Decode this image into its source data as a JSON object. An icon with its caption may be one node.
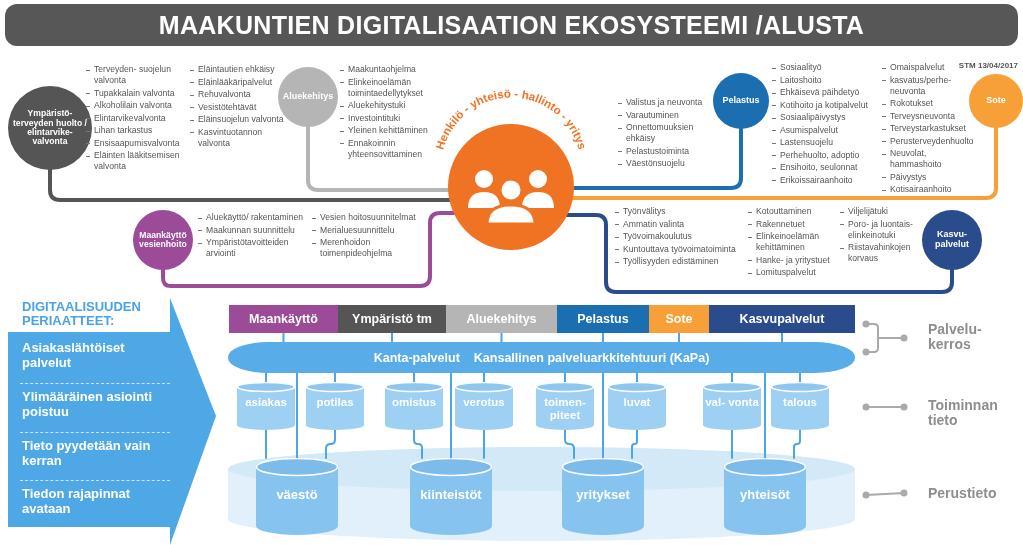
{
  "diagram": {
    "title": "MAAKUNTIEN DIGITALISAATION EKOSYSTEEMI /ALUSTA",
    "nodes": [
      {
        "text": [
          "Henkilö - yhteisö - hallinto - yritys"
        ]
      },
      {
        "text": [
          "Ympäristö- terveyden huolto / elintarvike- valvonta"
        ],
        "beside": [
          "Terveyden- suojelun valvonta",
          "Tupakkalain valvonta",
          "Alkoholilain valvonta",
          "Elintarvikevalvonta",
          "Lihan tarkastus",
          "Ensisaapumisvalvonta",
          "Eläinten lääkitsemisen valvonta",
          "Eläintautien ehkäisy",
          "Eläinlääkäripalvelut",
          "Rehuvalvonta",
          "Vesistötehtävät",
          "Eläinsuojelun valvonta",
          "Kasvintuotannon valvonta"
        ]
      },
      {
        "text": [
          "Aluekehitys"
        ],
        "beside": [
          "Maakuntaohjelma",
          "Elinkeinoelämän toimintaedellytykset",
          "Aluekehitystuki",
          "Investointituki",
          "Yleinen kehittäminen",
          "Ennakoinnin yhteensovittaminen"
        ]
      },
      {
        "text": [
          "Pelastus"
        ],
        "beside": [
          "Valistus ja neuvonta",
          "Varautuminen",
          "Onnettomuuksien ehkäisy",
          "Pelastustoiminta",
          "Väestönsuojelu"
        ]
      },
      {
        "text": [
          "Sote"
        ],
        "beside": [
          "Sosiaalityö",
          "Laitoshoito",
          "Ehkäisevä päihdetyö",
          "Kotihoito ja kotipalvelut",
          "Sosiaalipäivystys",
          "Asumispalvelut",
          "Lastensuojelu",
          "Perhehuolto, adoptio",
          "Ensihoito, seulonnat",
          "Erikoissairaanhoito",
          "Omaispalvelut",
          "kasvatus/perhe- neuvonta",
          "Rokotukset",
          "Terveysneuvonta",
          "Terveystarkastukset",
          "Perusterveydenhuolto",
          "Neuvolat, hammashoito",
          "Päivystys",
          "Kotisairaanhoito"
        ]
      },
      {
        "text": [
          "Maankäyttö vesienhoito"
        ],
        "beside": [
          "Aluekäyttö/ rakentaminen",
          "Maakunnan suunnittelu",
          "Ympäristötavoitteiden arviointi",
          "Vesien hoitosuunnitelmat",
          "Merialuesuunnittelu",
          "Merenhoidon toimenpideohjelma"
        ]
      },
      {
        "text": [
          "Kasvu- palvelut"
        ],
        "beside": [
          "Työnvälitys",
          "Ammatin valinta",
          "Työvoimakoulutus",
          "Kuntouttava työvoimatoiminta",
          "Työllisyyden edistäminen",
          "Kotouttaminen",
          "Rakennetuet",
          "Elinkeinoelämän kehittäminen",
          "Hanke- ja yritystuet",
          "Lomituspalvelut",
          "Viljelijätuki",
          "Poro- ja luontais- elinkeinotuki",
          "Riistavahinkojen korvaus"
        ]
      },
      {
        "text": [
          "DIGITAALISUUDEN PERIAATTEET:",
          "Asiakaslähtöiset palvelut",
          "Ylimääräinen asiointi poistuu",
          "Tieto pyydetään vain kerran",
          "Tiedon rajapinnat avataan"
        ]
      },
      {
        "text": [
          "Maankäyttö"
        ]
      },
      {
        "text": [
          "Ympäristö tm"
        ]
      },
      {
        "text": [
          "Aluekehitys"
        ]
      },
      {
        "text": [
          "Pelastus"
        ]
      },
      {
        "text": [
          "Sote"
        ]
      },
      {
        "text": [
          "Kasvupalvelut"
        ]
      },
      {
        "text": [
          "Kanta-palvelut",
          "Kansallinen palveluarkkitehtuuri (KaPa)"
        ]
      },
      {
        "text": [
          "asiakas"
        ]
      },
      {
        "text": [
          "potilas"
        ]
      },
      {
        "text": [
          "omistus"
        ]
      },
      {
        "text": [
          "verotus"
        ]
      },
      {
        "text": [
          "toimen- piteet"
        ]
      },
      {
        "text": [
          "luvat"
        ]
      },
      {
        "text": [
          "val- vonta"
        ]
      },
      {
        "text": [
          "talous"
        ]
      },
      {
        "text": [
          "väestö"
        ]
      },
      {
        "text": [
          "kiinteistöt"
        ]
      },
      {
        "text": [
          "yritykset"
        ]
      },
      {
        "text": [
          "yhteisöt"
        ]
      }
    ],
    "edges": [
      {
        "from": 1,
        "to": 0,
        "arrow": "none",
        "style": "thick",
        "color": "#555555"
      },
      {
        "from": 2,
        "to": 0,
        "arrow": "none",
        "style": "thick",
        "color": "#b5b5b5"
      },
      {
        "from": 3,
        "to": 0,
        "arrow": "none",
        "style": "thick",
        "color": "#1b6fb1"
      },
      {
        "from": 4,
        "to": 0,
        "arrow": "none",
        "style": "thick",
        "color": "#f6a037"
      },
      {
        "from": 5,
        "to": 0,
        "arrow": "none",
        "style": "thick",
        "color": "#9b4b98"
      },
      {
        "from": 6,
        "to": 0,
        "arrow": "none",
        "style": "thick",
        "color": "#2b4c8c"
      },
      {
        "from": 8,
        "to": 14,
        "arrow": "none"
      },
      {
        "from": 9,
        "to": 14,
        "arrow": "none"
      },
      {
        "from": 10,
        "to": 14,
        "arrow": "none"
      },
      {
        "from": 11,
        "to": 14,
        "arrow": "none"
      },
      {
        "from": 12,
        "to": 14,
        "arrow": "none"
      },
      {
        "from": 13,
        "to": 14,
        "arrow": "none"
      },
      {
        "from": 14,
        "to": 15,
        "arrow": "none"
      },
      {
        "from": 14,
        "to": 16,
        "arrow": "none"
      },
      {
        "from": 14,
        "to": 17,
        "arrow": "none"
      },
      {
        "from": 14,
        "to": 18,
        "arrow": "none"
      },
      {
        "from": 14,
        "to": 19,
        "arrow": "none"
      },
      {
        "from": 14,
        "to": 20,
        "arrow": "none"
      },
      {
        "from": 14,
        "to": 21,
        "arrow": "none"
      },
      {
        "from": 14,
        "to": 22,
        "arrow": "none"
      },
      {
        "from": 15,
        "to": 23,
        "arrow": "none"
      },
      {
        "from": 16,
        "to": 23,
        "arrow": "none"
      },
      {
        "from": 17,
        "to": 24,
        "arrow": "none"
      },
      {
        "from": 18,
        "to": 24,
        "arrow": "none"
      },
      {
        "from": 19,
        "to": 25,
        "arrow": "none"
      },
      {
        "from": 20,
        "to": 25,
        "arrow": "none"
      },
      {
        "from": 21,
        "to": 26,
        "arrow": "none"
      },
      {
        "from": 22,
        "to": 26,
        "arrow": "none"
      },
      {
        "from": 14,
        "to": 23,
        "arrow": "none"
      },
      {
        "from": 14,
        "to": 24,
        "arrow": "none"
      },
      {
        "from": 14,
        "to": 25,
        "arrow": "none"
      },
      {
        "from": 14,
        "to": 26,
        "arrow": "none"
      }
    ],
    "labels": [
      "STM 13/04/2017",
      "Palvelu- kerros",
      "Toiminnan tieto",
      "Perustieto"
    ]
  }
}
